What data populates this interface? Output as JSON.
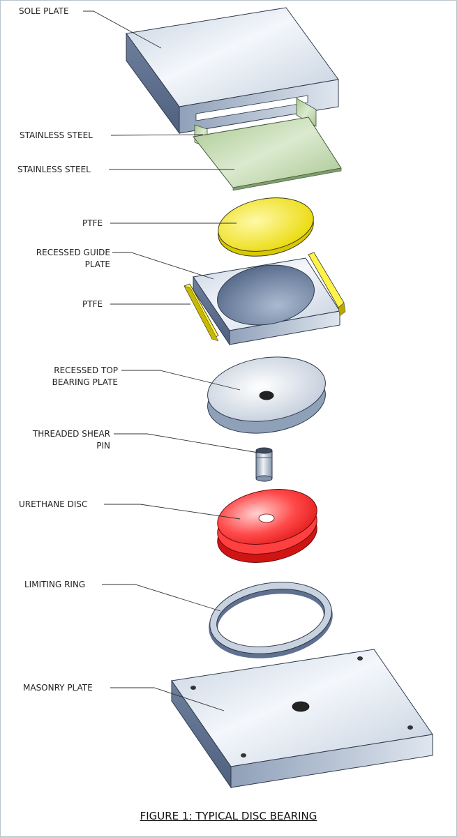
{
  "labels": {
    "sole_plate": "SOLE PLATE",
    "stainless_steel_1": "STAINLESS STEEL",
    "stainless_steel_2": "STAINLESS STEEL",
    "ptfe_1": "PTFE",
    "recessed_guide_plate_l1": "RECESSED GUIDE",
    "recessed_guide_plate_l2": "PLATE",
    "ptfe_2": "PTFE",
    "recessed_top_bearing_plate_l1": "RECESSED TOP",
    "recessed_top_bearing_plate_l2": "BEARING PLATE",
    "threaded_shear_pin_l1": "THREADED SHEAR",
    "threaded_shear_pin_l2": "PIN",
    "urethane_disc": "URETHANE DISC",
    "limiting_ring": "LIMITING RING",
    "masonry_plate": "MASONRY PLATE"
  },
  "caption": "FIGURE 1: TYPICAL DISC BEARING",
  "colors": {
    "steel": "#b7c6d8",
    "steel_dark": "#5f7392",
    "stainless_green": "#b7d3a4",
    "ptfe_yellow": "#ffef1a",
    "urethane_red": "#ff3030",
    "leader_line": "#333333"
  }
}
